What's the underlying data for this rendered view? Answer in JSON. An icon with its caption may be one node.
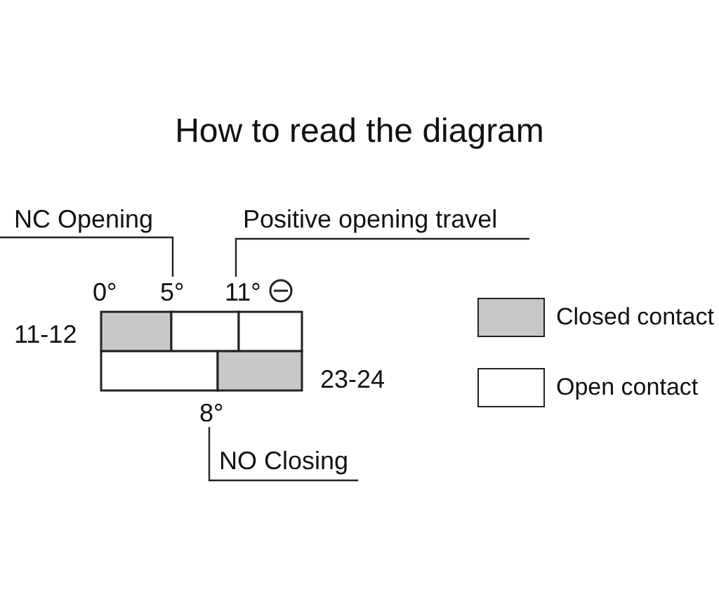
{
  "diagram": {
    "title": "How to read the diagram",
    "nodes": [
      {
        "text": [
          "NC Opening"
        ]
      },
      {
        "text": [
          "5°"
        ]
      },
      {
        "text": [
          "Positive opening travel"
        ]
      },
      {
        "text": [
          "11°"
        ]
      },
      {
        "text": [
          "8°"
        ]
      },
      {
        "text": [
          "NO Closing"
        ]
      }
    ],
    "edges": [
      {
        "from": 0,
        "to": 1,
        "arrow": "none"
      },
      {
        "from": 2,
        "to": 3,
        "arrow": "none"
      },
      {
        "from": 5,
        "to": 4,
        "arrow": "none"
      }
    ],
    "labels": [
      "0°",
      "11-12",
      "23-24"
    ],
    "legend": [
      {
        "text": "Closed contact",
        "color": "#c8c8c8"
      },
      {
        "text": "Open contact",
        "color": "#ffffff"
      }
    ]
  }
}
